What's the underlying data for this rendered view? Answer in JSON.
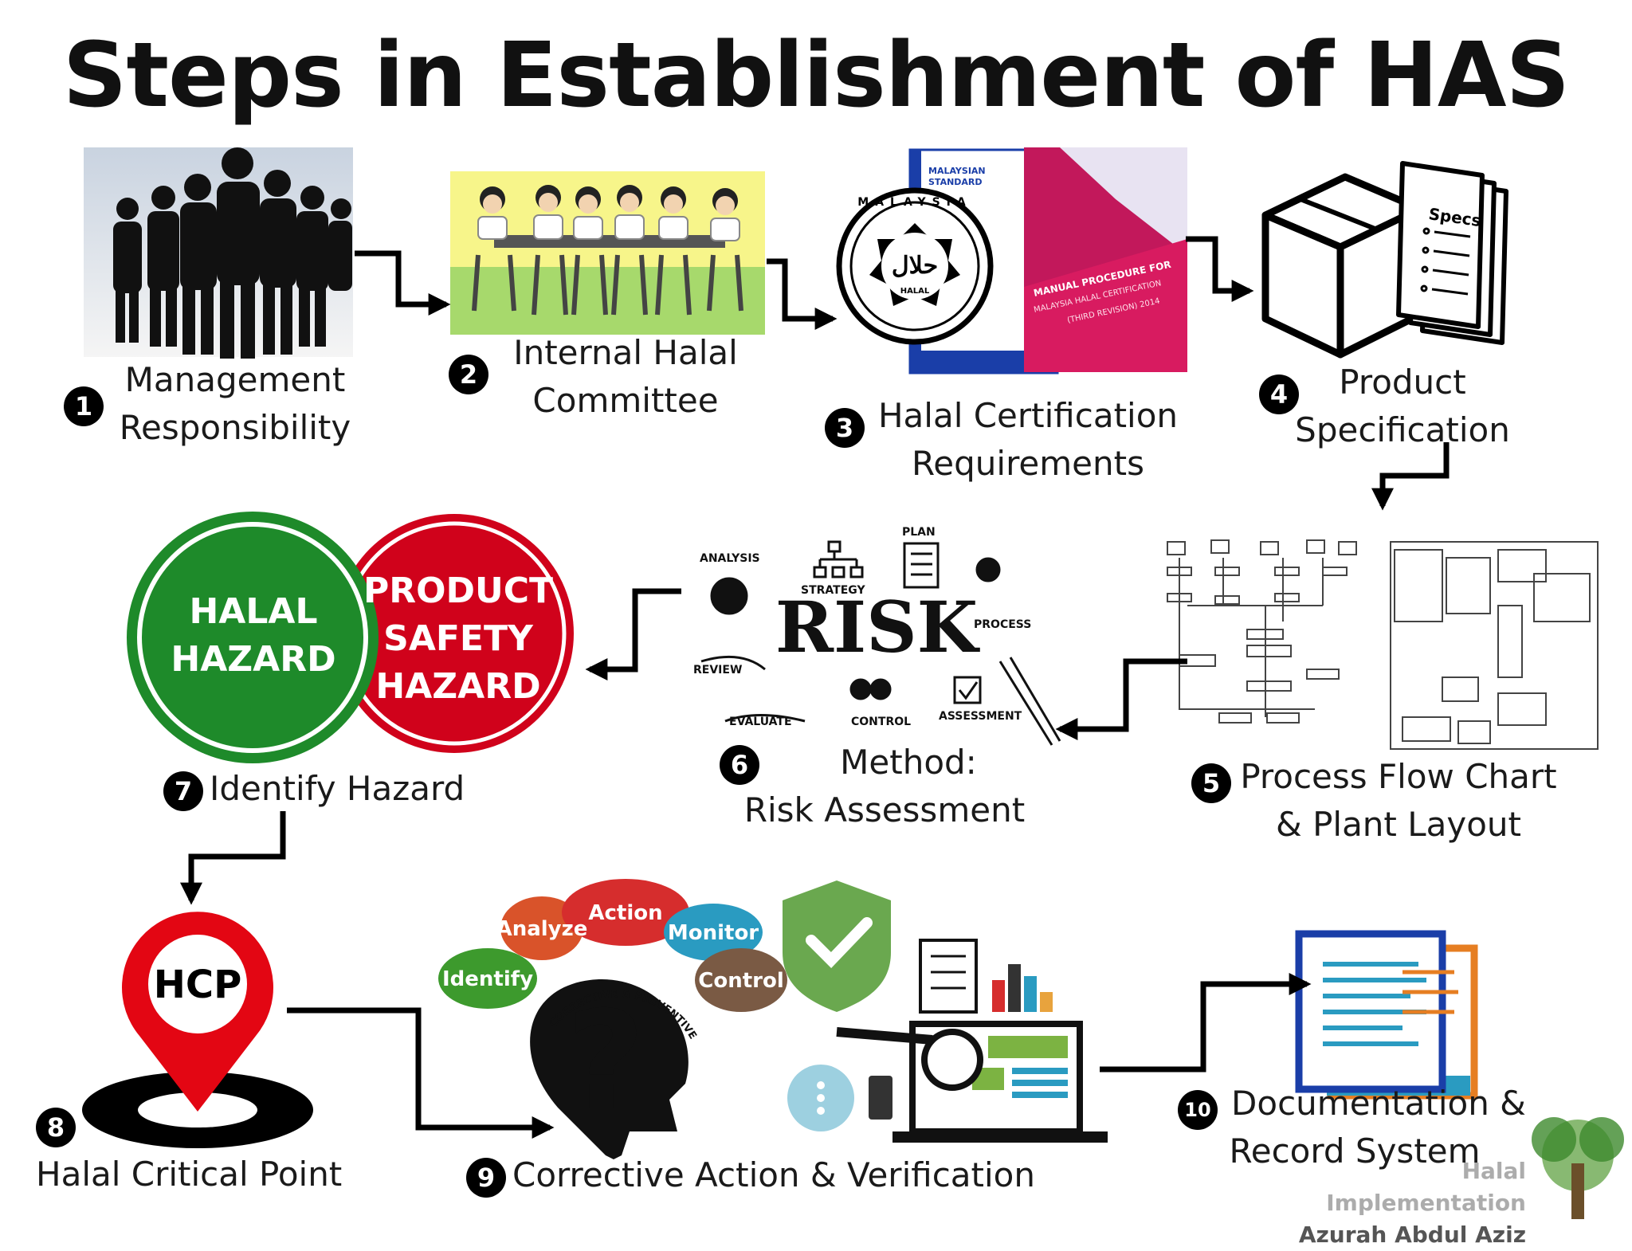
{
  "title": "Steps in Establishment of HAS",
  "steps": [
    {
      "num": "1",
      "line1": "Management",
      "line2": "Responsibility"
    },
    {
      "num": "2",
      "line1": "Internal Halal",
      "line2": "Committee"
    },
    {
      "num": "3",
      "line1": "Halal Certification",
      "line2": "Requirements"
    },
    {
      "num": "4",
      "line1": "Product",
      "line2": "Specification"
    },
    {
      "num": "5",
      "line1": "Process Flow Chart",
      "line2": "& Plant Layout"
    },
    {
      "num": "6",
      "line1": "Method:",
      "line2": "Risk Assessment"
    },
    {
      "num": "7",
      "line1": "Identify Hazard"
    },
    {
      "num": "8",
      "line1": "Halal Critical Point"
    },
    {
      "num": "9",
      "line1": "Corrective Action & Verification"
    },
    {
      "num": "10",
      "line1": "Documentation &",
      "line2": "Record System"
    }
  ],
  "hazards": {
    "halal_line1": "HALAL",
    "halal_line2": "HAZARD",
    "product_line1": "PRODUCT",
    "product_line2": "SAFETY",
    "product_line3": "HAZARD"
  },
  "risk": {
    "word": "RISK",
    "words": [
      "ANALYSIS",
      "STRATEGY",
      "PLAN",
      "PROCESS",
      "REVIEW",
      "EVALUATE",
      "CONTROL",
      "ASSESSMENT"
    ]
  },
  "hcp_label": "HCP",
  "specs_label": "Specs",
  "bubbles": [
    "Analyze",
    "Action",
    "Monitor",
    "Identify",
    "Control"
  ],
  "arc_text": "CORRECTIVE & PREVENTIVE ACTION",
  "standard": {
    "header": "MALAYSIAN STANDARD",
    "seal_top": "MALAYSIA",
    "seal_word": "HALAL",
    "book": "MANUAL PROCEDURE FOR MALAYSIA HALAL CERTIFICATION (THIRD REVISION) 2014"
  },
  "watermark": {
    "line1": "Halal Implementation",
    "line2": "Azurah Abdul Aziz"
  },
  "colors": {
    "green": "#1e8a2a",
    "red": "#d0021b",
    "black": "#000000"
  }
}
